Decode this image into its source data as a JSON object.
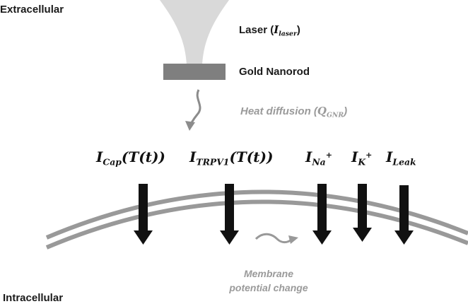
{
  "regions": {
    "top": "Extracellular",
    "bottom": "Intracellular"
  },
  "laser": {
    "label": "Laser",
    "symbol": "I",
    "subscript": "laser"
  },
  "nanorod": {
    "label": "Gold Nanorod"
  },
  "heat": {
    "label": "Heat diffusion",
    "symbol": "Q",
    "subscript": "GNR"
  },
  "currents": {
    "cap": {
      "symbol": "I",
      "subscript": "Cap",
      "arg": "(T(t))"
    },
    "trpv1": {
      "symbol": "I",
      "subscript": "TRPV1",
      "arg": "(T(t))"
    },
    "na": {
      "symbol": "I",
      "subscript": "Na",
      "superscript": "+"
    },
    "k": {
      "symbol": "I",
      "subscript": "K",
      "superscript": "+"
    },
    "leak": {
      "symbol": "I",
      "subscript": "Leak"
    }
  },
  "membrane": {
    "line1": "Membrane",
    "line2": "potential change"
  },
  "colors": {
    "membrane": "#999999",
    "beam": "#d9d9d9",
    "nanorod": "#7f7f7f",
    "arrow": "#111111",
    "muted_text": "#9a9a9a"
  }
}
